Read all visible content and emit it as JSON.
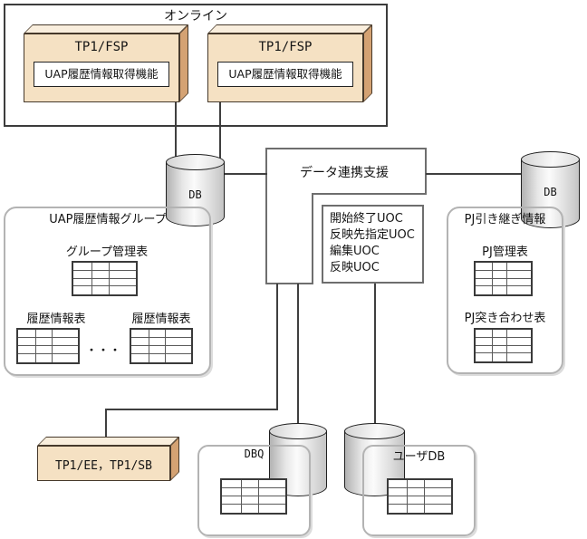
{
  "colors": {
    "server_box_front": "#f5e1c3",
    "server_box_top": "#f9eedd",
    "server_box_side": "#d4a273",
    "connector_line": "#3f3f3f"
  },
  "online": {
    "title": "オンライン",
    "servers": [
      {
        "name": "TP1/FSP",
        "module": "UAP履歴情報取得機能"
      },
      {
        "name": "TP1/FSP",
        "module": "UAP履歴情報取得機能"
      }
    ]
  },
  "databases": {
    "db_left": "DB",
    "db_right": "DB",
    "dbq": "DBQ",
    "user_db": "ユーザDB"
  },
  "data_linkage": {
    "title": "データ連携支援",
    "uoc_items": [
      "開始終了UOC",
      "反映先指定UOC",
      "編集UOC",
      "反映UOC"
    ]
  },
  "uap_group": {
    "title": "UAP履歴情報グループ",
    "group_table_label": "グループ管理表",
    "history_table_left_label": "履歴情報表",
    "history_table_right_label": "履歴情報表",
    "ellipsis": "・・・"
  },
  "pj_info": {
    "title": "PJ引き継ぎ情報",
    "management_table_label": "PJ管理表",
    "matching_table_label": "PJ突き合わせ表"
  },
  "servers_bottom": {
    "tp1_ee_sb": "TP1/EE，TP1/SB"
  }
}
